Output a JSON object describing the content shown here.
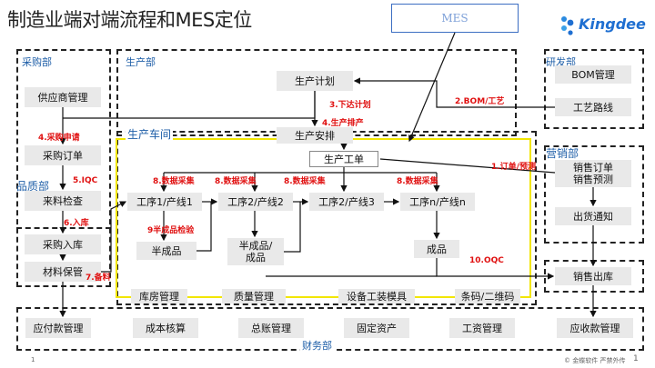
{
  "title": "制造业端对端流程和MES定位",
  "logo": {
    "text": "Kingdee",
    "icon": "kingdee-logo-icon",
    "color": "#1f6fd1"
  },
  "callout": "MES",
  "sections": {
    "procurement": "采购部",
    "production": "生产部",
    "workshop": "生产车间",
    "quality": "品质部",
    "rd": "研发部",
    "sales": "营销部",
    "finance": "财务部"
  },
  "boxes": {
    "supplier_mgmt": "供应商管理",
    "purchase_order": "采购订单",
    "incoming_inspection": "来料检查",
    "purchase_receipt": "采购入库",
    "material_storage": "材料保管",
    "production_plan": "生产计划",
    "production_schedule": "生产安排",
    "work_order": "生产工单",
    "process_1": "工序1/产线1",
    "process_2a": "工序2/产线2",
    "process_2b": "工序2/产线3",
    "process_n": "工序n/产线n",
    "semi_finished": "半成品",
    "semi_or_finished": "半成品/成品",
    "finished": "成品",
    "bom_mgmt": "BOM管理",
    "process_route": "工艺路线",
    "sales_order": "销售订单销售预测",
    "delivery_notice": "出货通知",
    "sales_outbound": "销售出库"
  },
  "bottom_row": [
    "库房管理",
    "质量管理",
    "设备工装模具",
    "条码/二维码"
  ],
  "finance_row": [
    "应付款管理",
    "成本核算",
    "总账管理",
    "固定资产",
    "工资管理",
    "应收款管理"
  ],
  "tags": {
    "t1": "1.订单/预测",
    "t2": "2.BOM/工艺",
    "t3": "3.下达计划",
    "t4": "4.生产排产",
    "t4b": "4.采购申请",
    "t5": "5.IQC",
    "t6": "6.入库",
    "t7": "7.备料",
    "t8": "8.数据采集",
    "t9": "9半成品检验",
    "t10": "10.OQC"
  },
  "footer": {
    "page_left": "1",
    "page_right": "1",
    "copyright": "© 金蝶软件 严禁外传"
  },
  "colors": {
    "accent": "#1f5fa8",
    "tag": "#e01010",
    "highlight": "#f2e600",
    "box": "#e9e9e9"
  }
}
